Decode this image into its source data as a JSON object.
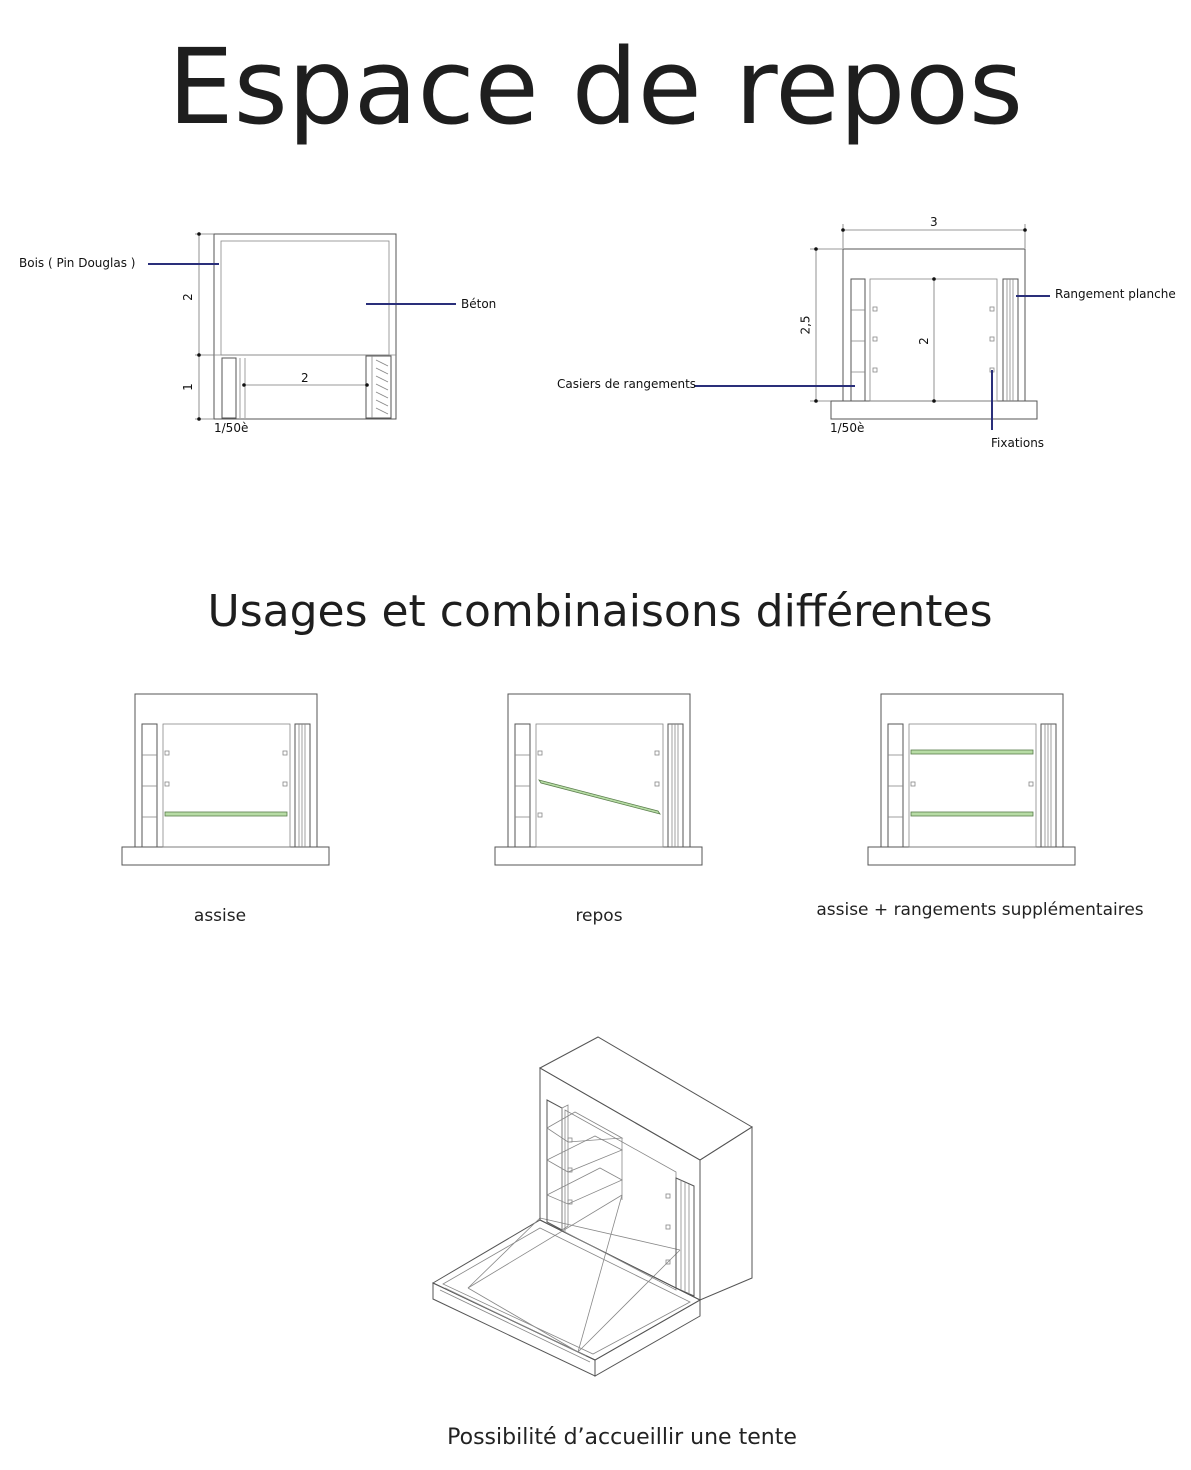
{
  "title": "Espace de repos",
  "plan": {
    "label_bois": "Bois ( Pin Douglas )",
    "label_beton": "Béton",
    "dim_height_top": "2",
    "dim_height_bottom": "1",
    "dim_width": "2",
    "scale": "1/50è"
  },
  "elevation": {
    "dim_width": "3",
    "dim_height_total": "2,5",
    "dim_height_inner": "2",
    "label_rangement": "Rangement planche",
    "label_casiers": "Casiers de rangements",
    "label_fixations": "Fixations",
    "scale": "1/50è"
  },
  "subtitle": "Usages et combinaisons différentes",
  "usages": [
    {
      "label": "assise"
    },
    {
      "label": "repos"
    },
    {
      "label": "assise + rangements supplémentaires"
    }
  ],
  "iso_caption": "Possibilité d’accueillir une tente",
  "colors": {
    "board": "#b7dca5",
    "leader": "#2a2f7a"
  }
}
